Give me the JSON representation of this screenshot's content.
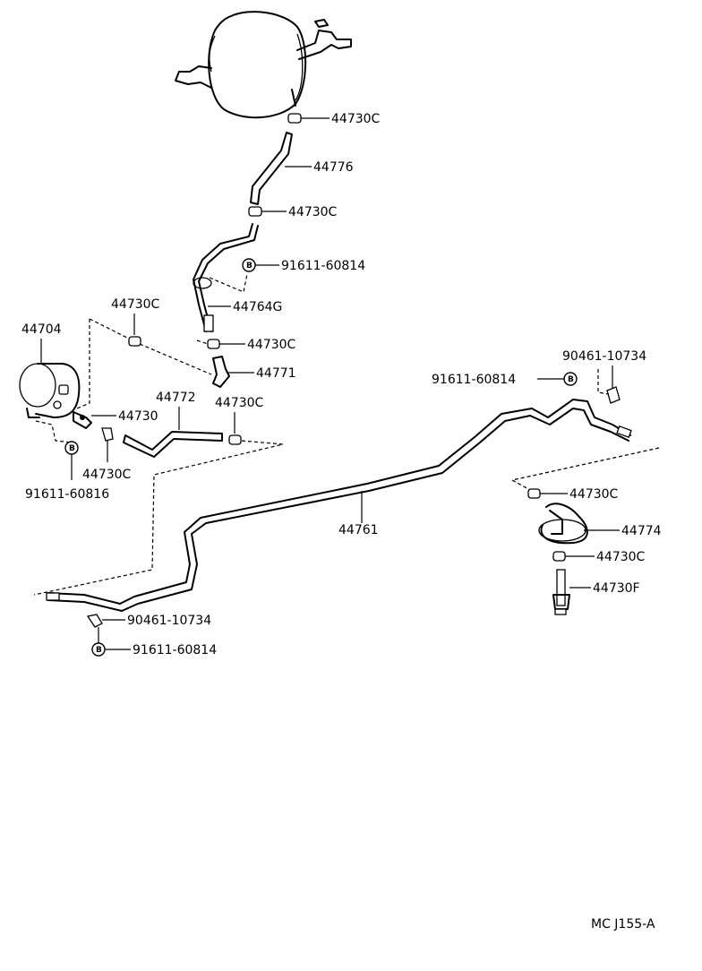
{
  "labels": {
    "p44730c_top": "44730C",
    "p44776": "44776",
    "p44730c_2": "44730C",
    "p91611_60814_top": "91611-60814",
    "p44764g": "44764G",
    "p44730c_3": "44730C",
    "p44771": "44771",
    "p44730c_left": "44730C",
    "p44704": "44704",
    "p44730": "44730",
    "p44772": "44772",
    "p44730c_mid": "44730C",
    "p44730c_low": "44730C",
    "p91611_60816": "91611-60816",
    "p90461_10734_right": "90461-10734",
    "p91611_60814_right": "91611-60814",
    "p44761": "44761",
    "p44730c_r1": "44730C",
    "p44774": "44774",
    "p44730c_r2": "44730C",
    "p44730f": "44730F",
    "p90461_10734_bottom": "90461-10734",
    "p91611_60814_bottom": "91611-60814",
    "diagram_code": "MC J155-A"
  },
  "bolt_symbol": "B",
  "icons": [
    "bolt-symbol-icon"
  ]
}
